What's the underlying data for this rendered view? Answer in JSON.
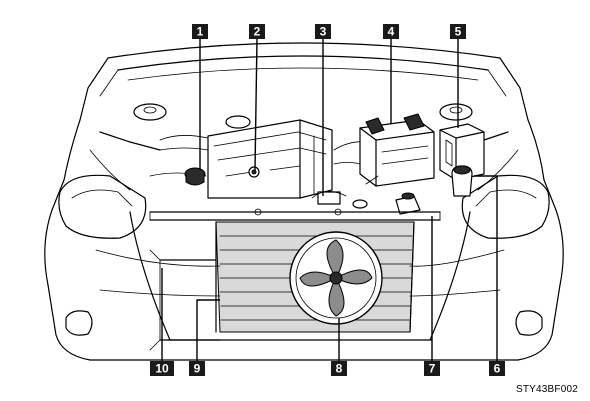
{
  "figure_code": "STY43BF002",
  "callouts": [
    "1",
    "2",
    "3",
    "4",
    "5",
    "6",
    "7",
    "8",
    "9",
    "10"
  ]
}
